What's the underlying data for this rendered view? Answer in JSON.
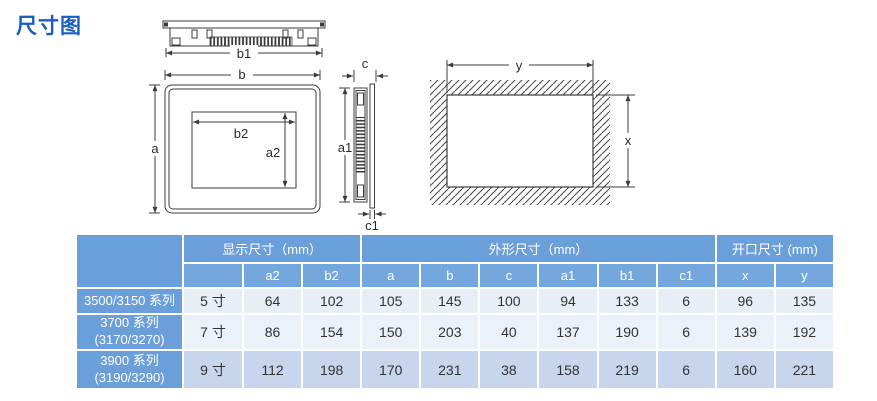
{
  "page": {
    "title": "尺寸图"
  },
  "diagram": {
    "top_view": {
      "width_label": "b1"
    },
    "front_view": {
      "width_label": "b",
      "height_label": "a",
      "screen_width_label": "b2",
      "screen_height_label": "a2"
    },
    "side_view": {
      "depth_label": "c",
      "height_label": "a1",
      "flange_label": "c1"
    },
    "cutout_view": {
      "width_label": "y",
      "height_label": "x"
    }
  },
  "colors": {
    "title_blue": "#1b5ec1",
    "header_blue": "#6b9fd9",
    "subheader_blue": "#74a7de",
    "row1_bg": "#e8eef6",
    "row2_bg": "#ebf1f9",
    "row3_bg": "#c7d6ec"
  },
  "table": {
    "groups": {
      "display": "显示尺寸（mm）",
      "outline": "外形尺寸（mm）",
      "opening": "开口尺寸 (mm)"
    },
    "columns": [
      "a2",
      "b2",
      "a",
      "b",
      "c",
      "a1",
      "b1",
      "c1",
      "x",
      "y"
    ],
    "rows": [
      {
        "series": "3500/3150 系列",
        "series_note": "",
        "size": "5 寸",
        "values": [
          "64",
          "102",
          "105",
          "145",
          "100",
          "94",
          "133",
          "6",
          "96",
          "135"
        ]
      },
      {
        "series": "3700 系列",
        "series_note": "(3170/3270)",
        "size": "7 寸",
        "values": [
          "86",
          "154",
          "150",
          "203",
          "40",
          "137",
          "190",
          "6",
          "139",
          "192"
        ]
      },
      {
        "series": "3900 系列",
        "series_note": "(3190/3290)",
        "size": "9 寸",
        "values": [
          "112",
          "198",
          "170",
          "231",
          "38",
          "158",
          "219",
          "6",
          "160",
          "221"
        ]
      }
    ]
  }
}
